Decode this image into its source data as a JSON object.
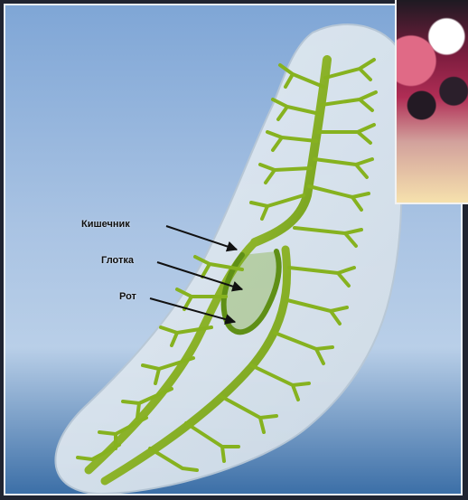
{
  "labels": {
    "intestine": "Кишечник",
    "pharynx": "Глотка",
    "mouth": "Рот"
  },
  "colors": {
    "background_top": "#7fa6d6",
    "background_bottom": "#3c6fa7",
    "body": "#dce6ef",
    "intestine": "#8fba22",
    "intestine_dark": "#4f7d12"
  }
}
